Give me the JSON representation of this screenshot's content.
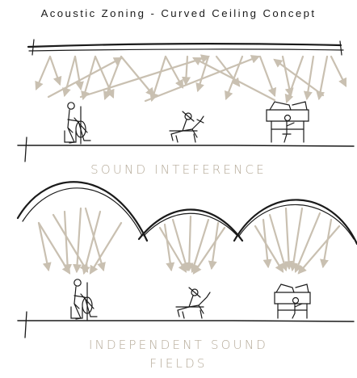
{
  "title": "Acoustic Zoning - Curved Ceiling Concept",
  "panels": [
    {
      "label": "SOUND INTEFERENCE"
    },
    {
      "label_line1": "INDEPENDENT SOUND",
      "label_line2": "FIELDS"
    }
  ],
  "colors": {
    "ink": "#1a1a1a",
    "sound": "#c9c0b1",
    "label": "#b5aa98"
  }
}
